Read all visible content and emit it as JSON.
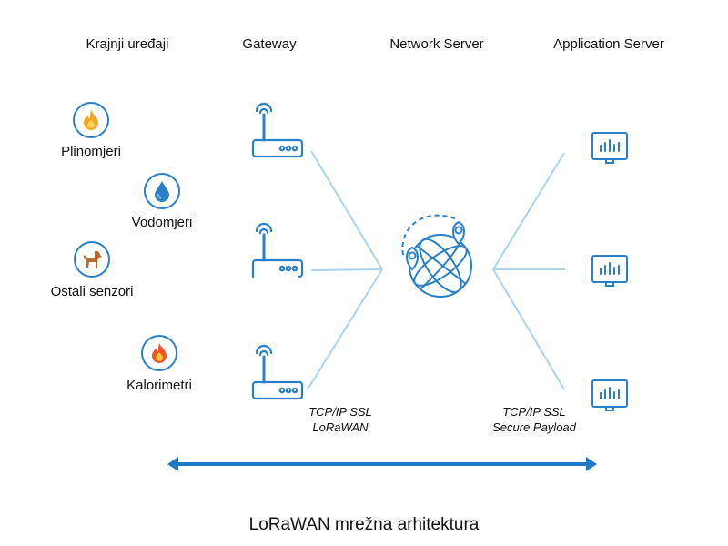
{
  "columns": {
    "end_devices": "Krajnji uređaji",
    "gateway": "Gateway",
    "network_server": "Network Server",
    "application_server": "Application Server"
  },
  "end_devices": [
    {
      "label": "Plinomjeri",
      "icon": "flame-icon",
      "glyph": "flame",
      "color": "#f5a623"
    },
    {
      "label": "Vodomjeri",
      "icon": "water-drop-icon",
      "glyph": "drop",
      "color": "#2a7fc9"
    },
    {
      "label": "Ostali senzori",
      "icon": "dog-icon",
      "glyph": "dog",
      "color": "#b8692e"
    },
    {
      "label": "Kalorimetri",
      "icon": "fire-icon",
      "glyph": "fire",
      "color": "#f0552a"
    }
  ],
  "gateways": [
    {
      "icon": "router-icon"
    },
    {
      "icon": "router-icon"
    },
    {
      "icon": "router-icon"
    }
  ],
  "network_server": {
    "icon": "globe-location-icon"
  },
  "application_servers": [
    {
      "icon": "monitor-chart-icon"
    },
    {
      "icon": "monitor-chart-icon"
    },
    {
      "icon": "monitor-chart-icon"
    }
  ],
  "protocols": {
    "left": {
      "line1": "TCP/IP SSL",
      "line2": "LoRaWAN"
    },
    "right": {
      "line1": "TCP/IP SSL",
      "line2": "Secure Payload"
    }
  },
  "caption": "LoRaWAN mrežna arhitektura",
  "colors": {
    "icon_stroke": "#2a7fc9",
    "link_line": "#a8d4f0",
    "arrow": "#1f78c8"
  }
}
